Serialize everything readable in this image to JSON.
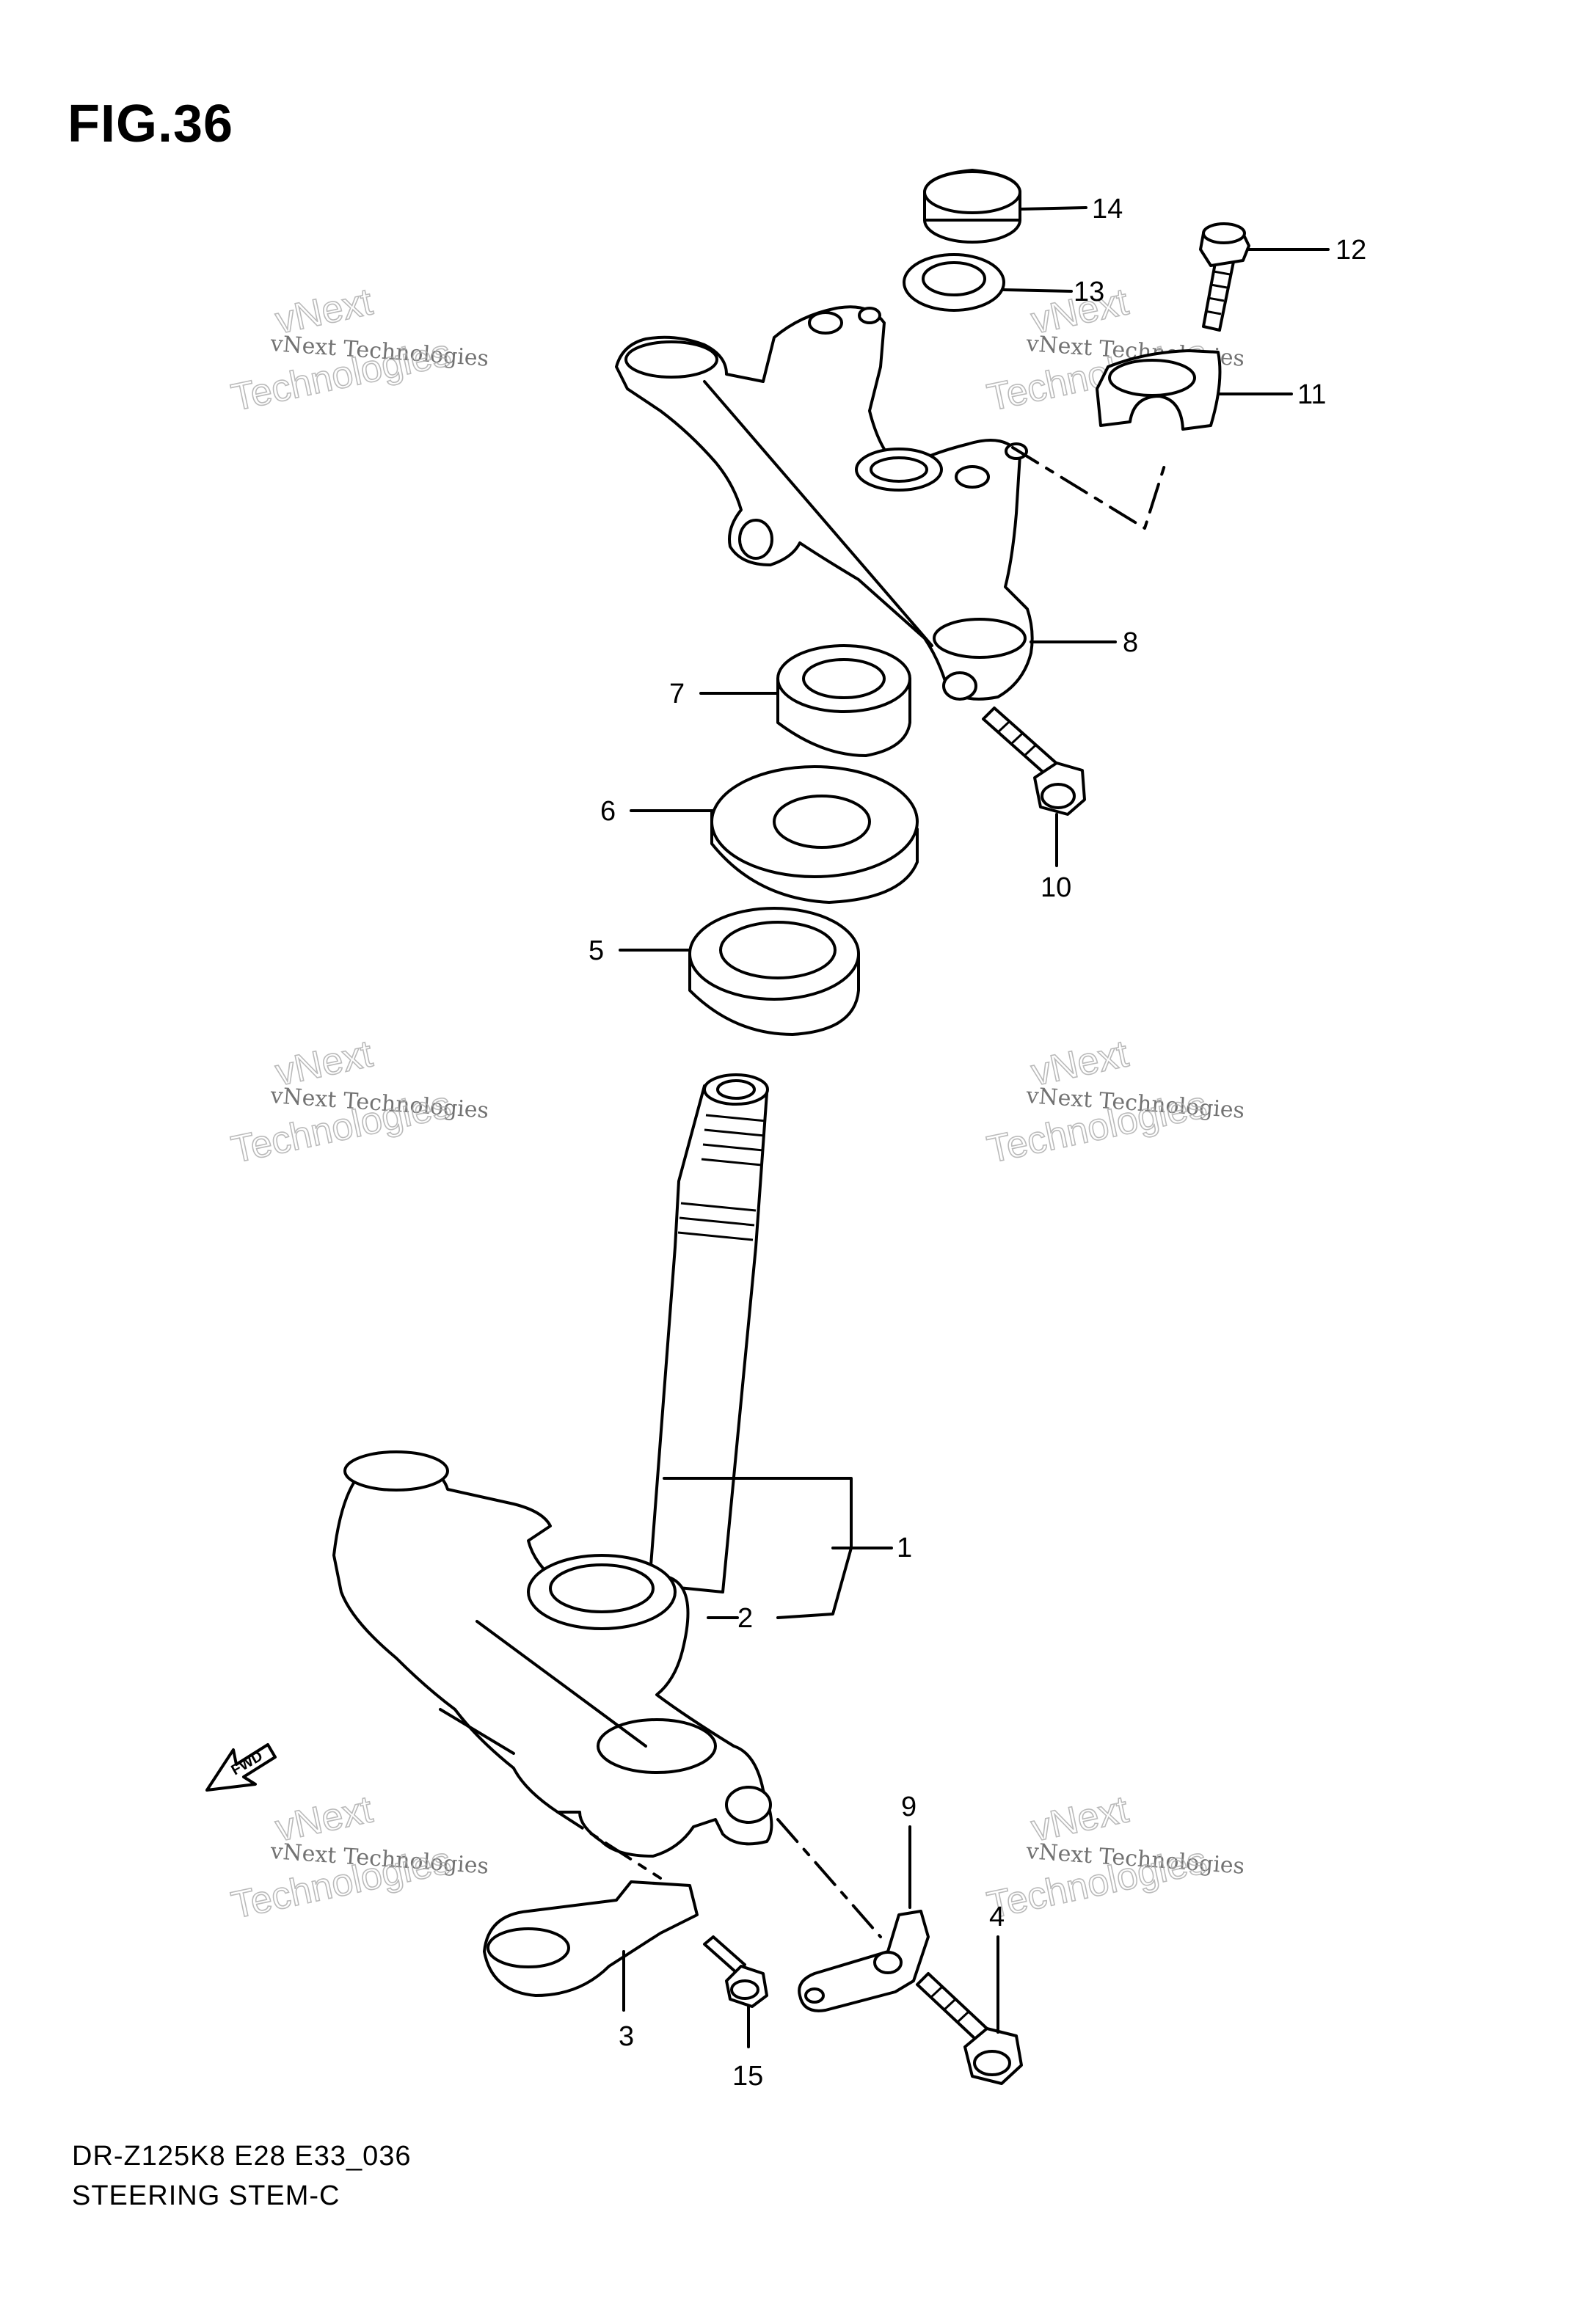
{
  "figure": {
    "title": "FIG.36",
    "code": "DR-Z125K8 E28 E33_036",
    "name": "STEERING STEM-C"
  },
  "callouts": [
    {
      "id": "1",
      "label": "1"
    },
    {
      "id": "2",
      "label": "2"
    },
    {
      "id": "3",
      "label": "3"
    },
    {
      "id": "4",
      "label": "4"
    },
    {
      "id": "5",
      "label": "5"
    },
    {
      "id": "6",
      "label": "6"
    },
    {
      "id": "7",
      "label": "7"
    },
    {
      "id": "8",
      "label": "8"
    },
    {
      "id": "9",
      "label": "9"
    },
    {
      "id": "10",
      "label": "10"
    },
    {
      "id": "11",
      "label": "11"
    },
    {
      "id": "12",
      "label": "12"
    },
    {
      "id": "13",
      "label": "13"
    },
    {
      "id": "14",
      "label": "14"
    },
    {
      "id": "15",
      "label": "15"
    }
  ],
  "direction_badge": "FWD",
  "watermark": {
    "line1": "vNext",
    "line2": "vNext Technologies",
    "line3": "Technologies"
  }
}
